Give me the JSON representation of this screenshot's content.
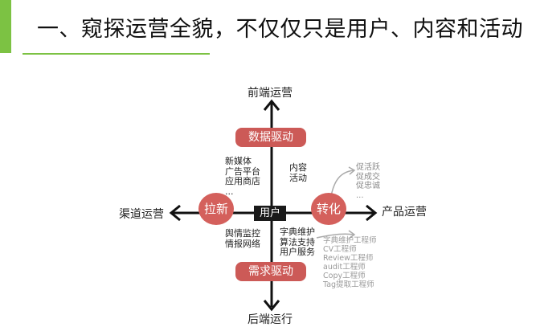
{
  "title": "一、窥探运营全貌，不仅仅只是用户、内容和活动",
  "axes": {
    "top": "前端运营",
    "left": "渠道运营",
    "right": "产品运营",
    "bottom": "后端运行"
  },
  "center": "用户",
  "pills": {
    "top": "数据驱动",
    "bottom": "需求驱动"
  },
  "circles": {
    "left": "拉新",
    "right": "转化"
  },
  "quadrants": {
    "top_left": [
      "新媒体",
      "广告平台",
      "应用商店",
      "..."
    ],
    "top_right": [
      "内容",
      "活动"
    ],
    "bottom_left": [
      "舆情监控",
      "情报网络"
    ],
    "bottom_right": [
      "字典维护",
      "算法支持",
      "用户服务"
    ]
  },
  "annotations": {
    "conversion": [
      "促活跃",
      "促成交",
      "促忠诚",
      "..."
    ],
    "engineers": [
      "字典维护工程师",
      "CV工程师",
      "Review工程师",
      "audit工程师",
      "Copy工程师",
      "Tag提取工程师"
    ]
  },
  "colors": {
    "accent_green": "#7cc243",
    "pill_red": "#cc5a57",
    "axis_black": "#111111",
    "annotation_gray": "#8a8a8a"
  }
}
